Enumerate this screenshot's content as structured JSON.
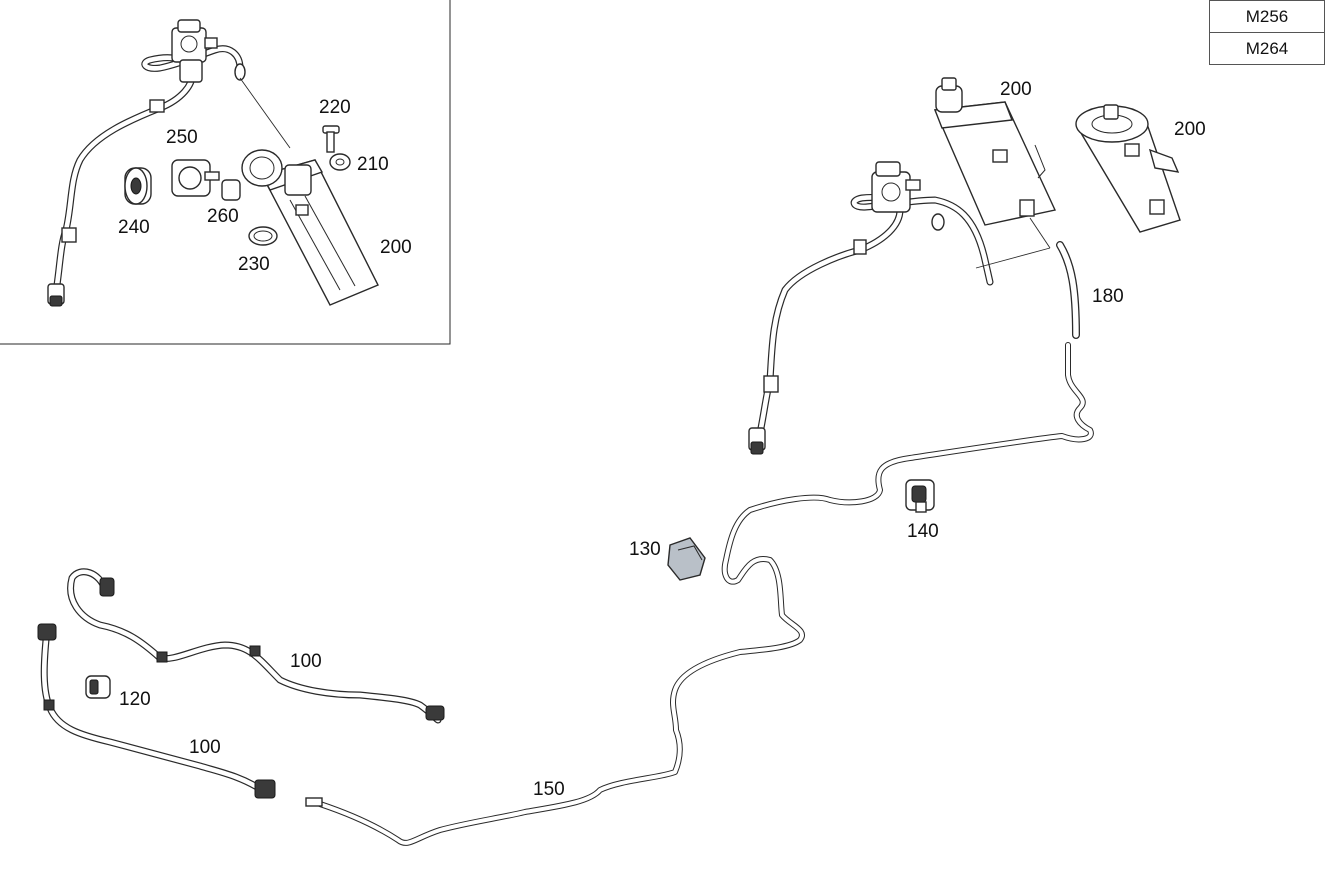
{
  "variants": [
    "M256",
    "M264"
  ],
  "callouts": {
    "c100a": "100",
    "c100b": "100",
    "c120": "120",
    "c130": "130",
    "c140": "140",
    "c150": "150",
    "c180": "180",
    "c200a": "200",
    "c200b": "200",
    "c200c": "200",
    "c210": "210",
    "c220": "220",
    "c230": "230",
    "c240": "240",
    "c250": "250",
    "c260": "260"
  },
  "colors": {
    "line": "#2a2a2a",
    "part_fill": "#ffffff",
    "highlight_part": "#b9c0c8"
  }
}
